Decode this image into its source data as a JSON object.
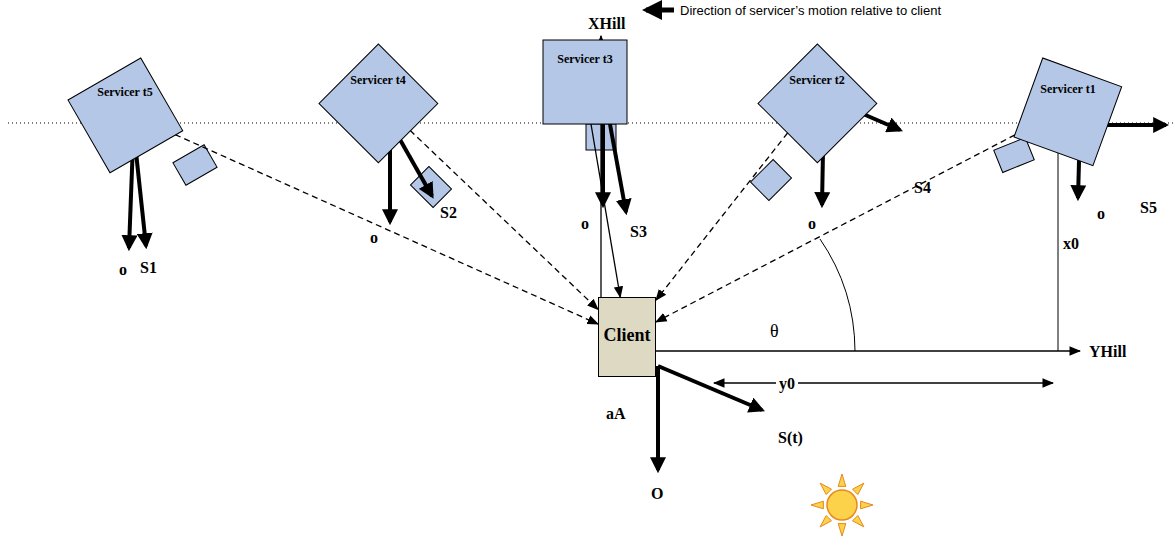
{
  "diagram": {
    "nodes": [
      {
        "text": [
          "Servicer t5"
        ]
      },
      {
        "text": [
          "Servicer t4"
        ]
      },
      {
        "text": [
          "Servicer t3"
        ]
      },
      {
        "text": [
          "Servicer t2"
        ]
      },
      {
        "text": [
          "Servicer t1"
        ]
      },
      {
        "text": [
          "Client"
        ]
      }
    ],
    "edges": [
      {
        "from": 0,
        "to": 5,
        "arrow": "to"
      },
      {
        "from": 1,
        "to": 5,
        "arrow": "to"
      },
      {
        "from": 2,
        "to": 5,
        "arrow": "to"
      },
      {
        "from": 3,
        "to": 5,
        "arrow": "to"
      },
      {
        "from": 4,
        "to": 5,
        "arrow": "to"
      }
    ],
    "labels": [
      "Direction of servicer’s motion relative to client",
      "XHill",
      "o",
      "S1",
      "o",
      "S2",
      "o",
      "S3",
      "o",
      "S4",
      "o",
      "S5",
      "x0",
      "θ",
      "YHill",
      "aA",
      "y0",
      "S(t)",
      "O"
    ]
  }
}
